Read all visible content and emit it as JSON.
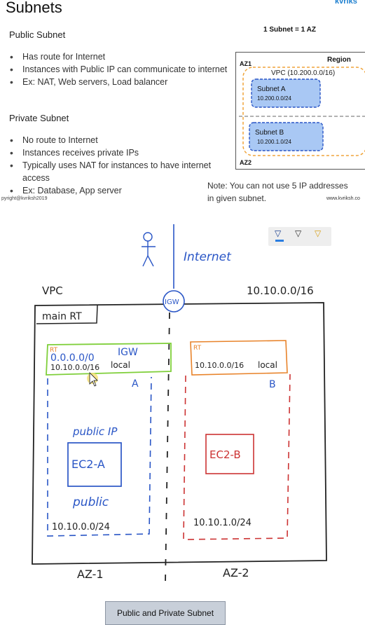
{
  "slide": {
    "title": "Subnets",
    "logo_text": "kvriks",
    "public_heading": "Public Subnet",
    "public_bullets": [
      "Has route for Internet",
      "Instances with Public IP can communicate to internet",
      "Ex: NAT, Web servers, Load balancer"
    ],
    "private_heading": "Private Subnet",
    "private_bullets": [
      "No route to Internet",
      "Instances receives private IPs",
      "Typically uses NAT for instances to have internet access",
      "Ex: Database, App server"
    ],
    "copyright": "pyright@kvriksh2019",
    "rule": "1 Subnet = 1 AZ",
    "diagram": {
      "region": "Region",
      "az1": "AZ1",
      "az2": "AZ2",
      "vpc": "VPC (10.200.0.0/16)",
      "subnet_a_name": "Subnet A",
      "subnet_a_cidr": "10.200.0.0/24",
      "subnet_b_name": "Subnet B",
      "subnet_b_cidr": "10.200.1.0/24"
    },
    "note_line1": "Note: You can not use 5 IP addresses",
    "note_line2": "in given subnet.",
    "site": "www.kvriksh.co"
  },
  "colors": {
    "blue_ink": "#2a56c6",
    "red_ink": "#cc3333",
    "orange_ink": "#e8832a",
    "green_ink": "#7fcf3a",
    "black_ink": "#222222",
    "subnet_fill": "#a9c8f4",
    "vpc_dash": "#f0a43a",
    "highlighter": "#f6e27a"
  },
  "sketch": {
    "internet": "Internet",
    "vpc_label": "VPC",
    "vpc_cidr": "10.10.0.0/16",
    "main_rt": "main RT",
    "igw": "IGW",
    "rt_a_label": "RT",
    "rt_a_dest1": "0.0.0.0/0",
    "rt_a_target1": "IGW",
    "rt_a_dest2": "10.10.0.0/16",
    "rt_a_target2": "local",
    "rt_b_label": "RT",
    "rt_b_dest": "10.10.0.0/16",
    "rt_b_target": "local",
    "subnet_a_letter": "A",
    "subnet_b_letter": "B",
    "public_ip": "public IP",
    "ec2_a": "EC2-A",
    "public_word": "public",
    "subnet_a_cidr": "10.10.0.0/24",
    "ec2_b": "EC2-B",
    "subnet_b_cidr": "10.10.1.0/24",
    "az1": "AZ-1",
    "az2": "AZ-2"
  },
  "toolbar": {
    "tools": [
      "pen-tool-icon",
      "pen-tool-icon",
      "highlighter-tool-icon"
    ]
  },
  "caption": "Public and Private Subnet"
}
